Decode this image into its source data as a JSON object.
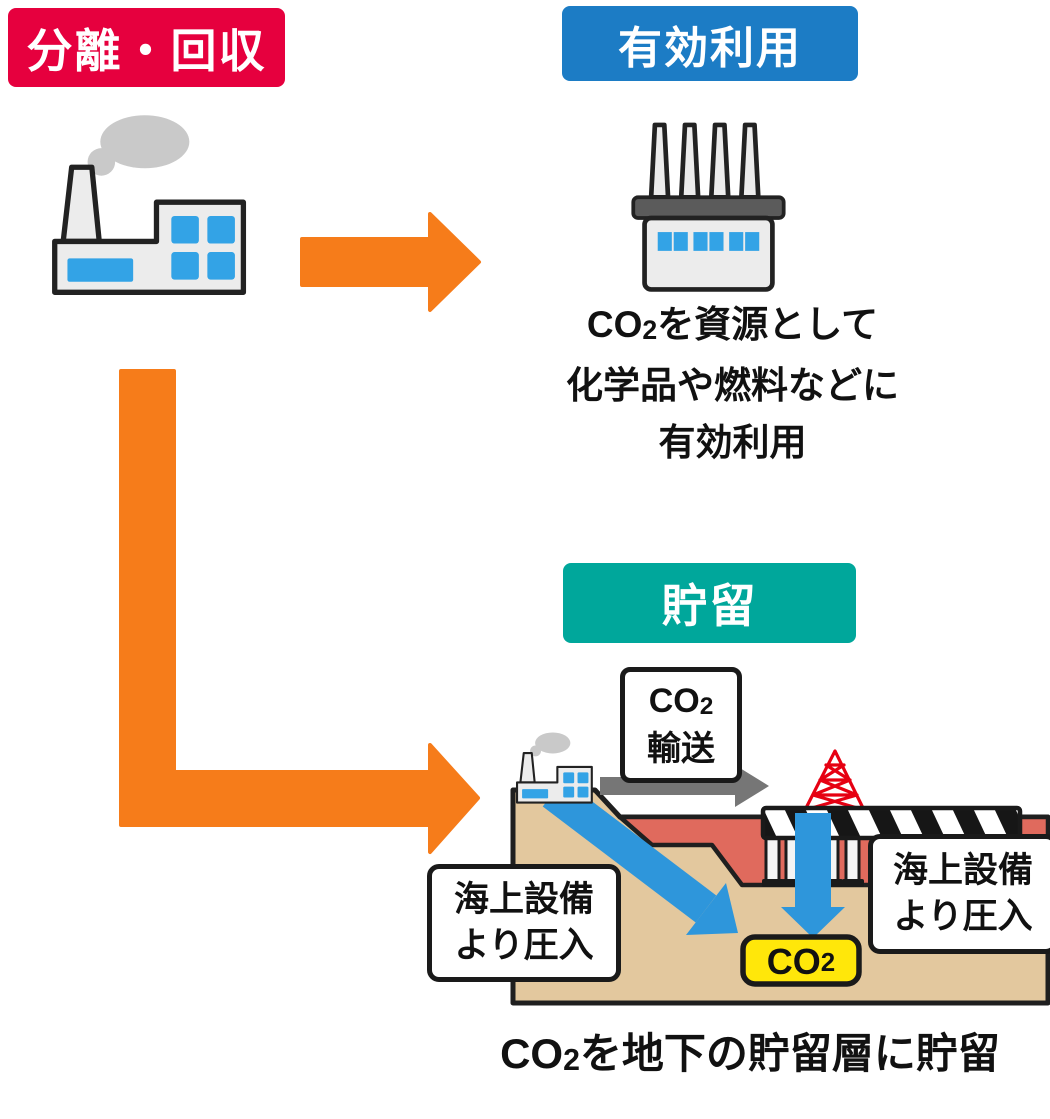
{
  "capture_badge": {
    "label": "分離・回収"
  },
  "utilization_badge": {
    "label": "有効利用"
  },
  "storage_badge": {
    "label": "貯留"
  },
  "utilization_caption": {
    "co": "CO",
    "sub2": "2",
    "line1_rest": "を資源として",
    "line2": "化学品や燃料などに",
    "line3": "有効利用"
  },
  "transport_label": {
    "co": "CO",
    "sub2": "2",
    "line2": "輸送"
  },
  "co2_tag": {
    "co": "CO",
    "sub2": "2"
  },
  "injection_label_left": {
    "line1": "海上設備",
    "line2": "より圧入"
  },
  "injection_label_right": {
    "line1": "海上設備",
    "line2": "より圧入"
  },
  "storage_caption": {
    "co": "CO",
    "sub2": "2",
    "rest": "を地下の貯留層に貯留"
  },
  "icons": {
    "factory": "factory-icon",
    "chemical_plant": "chemical-plant-icon",
    "smoke": "smoke-icon",
    "flow_arrow_right": "orange-arrow-right-icon",
    "flow_arrow_elbow": "orange-elbow-arrow-icon",
    "transport_arrow": "gray-arrow-right-icon",
    "derrick": "oil-derrick-icon",
    "offshore_platform": "offshore-platform-icon",
    "injection_arrow_diagonal": "blue-diagonal-arrow-icon",
    "injection_arrow_vertical": "blue-down-arrow-icon",
    "co2_reservoir": "co2-reservoir-tag"
  },
  "colors": {
    "capture_badge": "#E6003E",
    "utilization_badge": "#1C7CC5",
    "storage_badge": "#00A79B",
    "arrow_orange": "#F67C1A",
    "arrow_gray": "#767676",
    "arrow_blue": "#2E96DB",
    "window_blue": "#33A3E6",
    "land_tan": "#E3C89E",
    "sea_salmon": "#E06A5D",
    "derrick_red": "#E60012",
    "co2_yellow": "#FFE70A",
    "ink": "#1f1f1f",
    "smoke_gray": "#C9C9C9",
    "icon_gray": "#ECECEC",
    "band_gray": "#5B5B5B"
  }
}
